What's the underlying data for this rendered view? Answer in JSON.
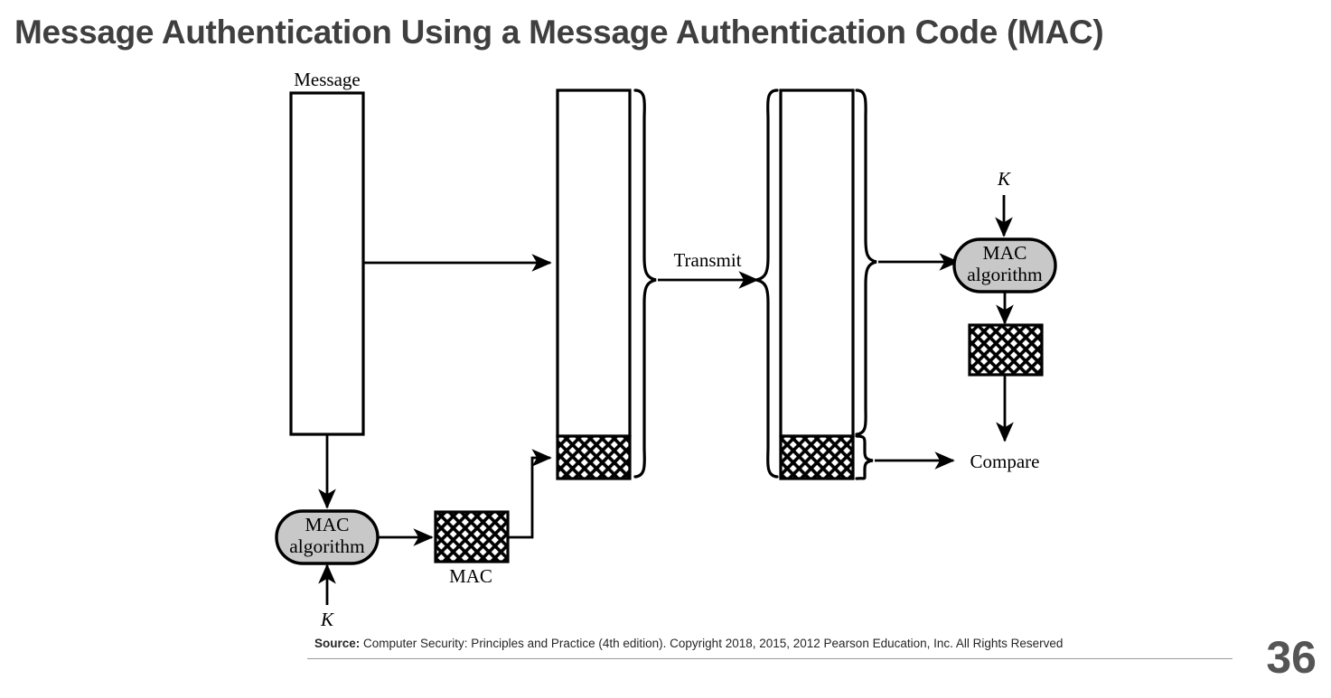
{
  "slide": {
    "title": "Message Authentication Using a Message Authentication Code (MAC)",
    "page_number": "36",
    "source_label": "Source:",
    "source_text": " Computer Security: Principles and Practice (4th edition). Copyright 2018, 2015, 2012 Pearson Education, Inc. All  Rights Reserved",
    "background_color": "#ffffff",
    "title_color": "#3f3f3f",
    "page_number_color": "#555555"
  },
  "diagram": {
    "type": "flow-diagram",
    "fill_gray": "#c8c8c8",
    "stroke_color": "#000000",
    "labels": {
      "message": "Message",
      "mac_algorithm_sender": "MAC\nalgorithm",
      "mac_algorithm_line1": "MAC",
      "mac_algorithm_line2": "algorithm",
      "key_sender": "K",
      "key_receiver": "K",
      "mac_block": "MAC",
      "transmit": "Transmit",
      "compare": "Compare"
    },
    "nodes": [
      {
        "id": "message-block",
        "label": "Message",
        "kind": "rectangle",
        "fill": "#ffffff"
      },
      {
        "id": "mac-algorithm-sender",
        "label": "MAC algorithm",
        "kind": "stadium",
        "fill": "#c8c8c8"
      },
      {
        "id": "mac-value-sender",
        "label": "MAC",
        "kind": "crosshatch-rectangle",
        "fill": "crosshatch"
      },
      {
        "id": "transmitted-message-block",
        "label": "",
        "kind": "rectangle",
        "fill": "#ffffff"
      },
      {
        "id": "transmitted-mac-block",
        "label": "",
        "kind": "crosshatch-rectangle",
        "fill": "crosshatch"
      },
      {
        "id": "received-message-block",
        "label": "",
        "kind": "rectangle",
        "fill": "#ffffff"
      },
      {
        "id": "received-mac-block",
        "label": "",
        "kind": "crosshatch-rectangle",
        "fill": "crosshatch"
      },
      {
        "id": "mac-algorithm-receiver",
        "label": "MAC algorithm",
        "kind": "stadium",
        "fill": "#c8c8c8"
      },
      {
        "id": "mac-value-receiver",
        "label": "",
        "kind": "crosshatch-rectangle",
        "fill": "crosshatch"
      },
      {
        "id": "compare-node",
        "label": "Compare",
        "kind": "text"
      }
    ],
    "edges": [
      {
        "from": "message-block",
        "to": "transmitted-message-block",
        "label": ""
      },
      {
        "from": "message-block",
        "to": "mac-algorithm-sender",
        "label": ""
      },
      {
        "from": "key-sender",
        "to": "mac-algorithm-sender",
        "label": "K"
      },
      {
        "from": "mac-algorithm-sender",
        "to": "mac-value-sender",
        "label": ""
      },
      {
        "from": "mac-value-sender",
        "to": "transmitted-mac-block",
        "label": ""
      },
      {
        "from": "sender-brace",
        "to": "receiver-brace",
        "label": "Transmit"
      },
      {
        "from": "received-message-brace",
        "to": "mac-algorithm-receiver",
        "label": ""
      },
      {
        "from": "key-receiver",
        "to": "mac-algorithm-receiver",
        "label": "K"
      },
      {
        "from": "mac-algorithm-receiver",
        "to": "mac-value-receiver",
        "label": ""
      },
      {
        "from": "mac-value-receiver",
        "to": "compare-node",
        "label": ""
      },
      {
        "from": "received-mac-brace",
        "to": "compare-node",
        "label": ""
      }
    ]
  }
}
